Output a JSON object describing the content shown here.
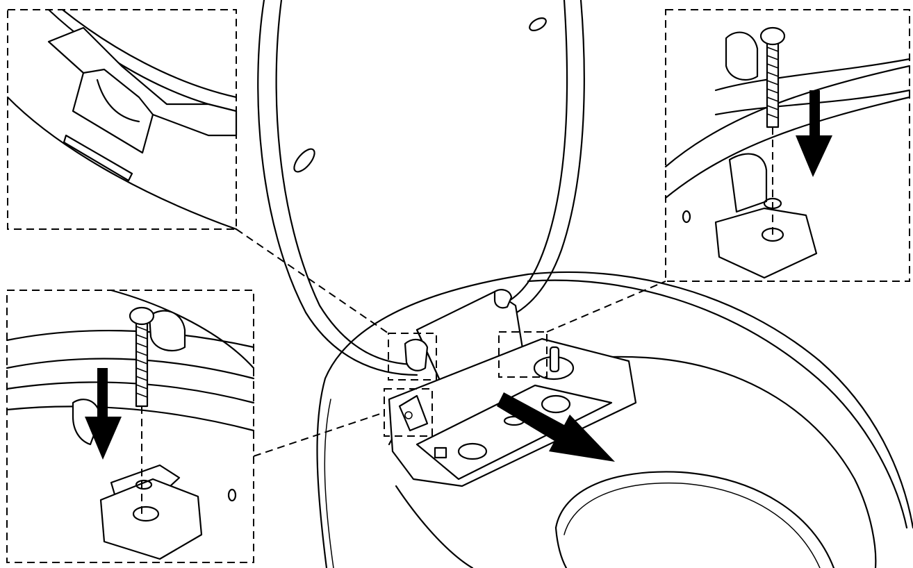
{
  "figure": {
    "description_visible_text": "",
    "callouts": [
      {
        "id": "top-left",
        "shows": "hinge-recess-detail"
      },
      {
        "id": "bottom-left",
        "shows": "left-hinge-screw-removal"
      },
      {
        "id": "top-right",
        "shows": "right-hinge-screw-removal"
      }
    ],
    "arrows": [
      "screw-down-arrow-left",
      "screw-down-arrow-right",
      "slide-out-arrow"
    ],
    "colors": {
      "line": "#000000",
      "background": "#ffffff"
    }
  }
}
